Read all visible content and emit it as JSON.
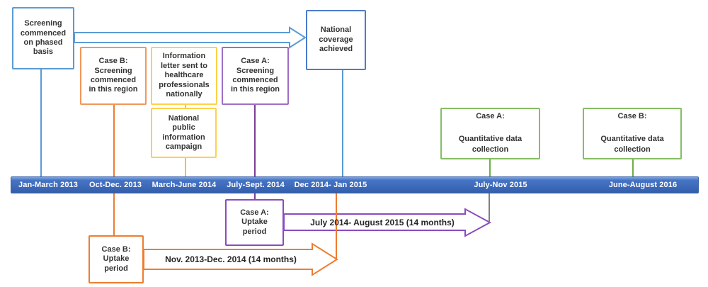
{
  "colors": {
    "blue": "#4c7ccb",
    "lightBlue": "#5b9bd5",
    "orange": "#ed7d31",
    "orangeLight": "#f1975a",
    "yellow": "#ffc000",
    "yellowLight": "#ffd04d",
    "purpleDark": "#7d3c98",
    "purpleMid": "#8b4bbf",
    "purpleLight": "#9e6fc4",
    "green": "#70ad47",
    "greenLight": "#86be65",
    "gray": "#808080",
    "barBlue": "#3c68b8"
  },
  "boxes": {
    "screening_phased": "Screening\ncommenced\non phased\nbasis",
    "case_b_screening": "Case B:\nScreening\ncommenced\nin this region",
    "info_letter": "Information\nletter sent to\nhealthcare\nprofessionals\nnationally",
    "national_public": "National\npublic\ninformation\ncampaign",
    "case_a_screening": "Case A:\nScreening\ncommenced\nin this region",
    "national_coverage": "National\ncoverage\nachieved",
    "case_a_quant": "Case A:\n\nQuantitative data\ncollection",
    "case_b_quant": "Case B:\n\nQuantitative data\ncollection",
    "case_a_uptake": "Case A:\nUptake\nperiod",
    "case_b_uptake": "Case B:\nUptake\nperiod"
  },
  "arrows": {
    "case_a_uptake_label": "July 2014- August 2015 (14 months)",
    "case_b_uptake_label": "Nov. 2013-Dec. 2014 (14 months)"
  },
  "timeline": {
    "dates": [
      "Jan-March 2013",
      "Oct-Dec. 2013",
      "March-June 2014",
      "July-Sept. 2014",
      "Dec 2014- Jan 2015",
      "July-Nov 2015",
      "June-August 2016"
    ]
  }
}
